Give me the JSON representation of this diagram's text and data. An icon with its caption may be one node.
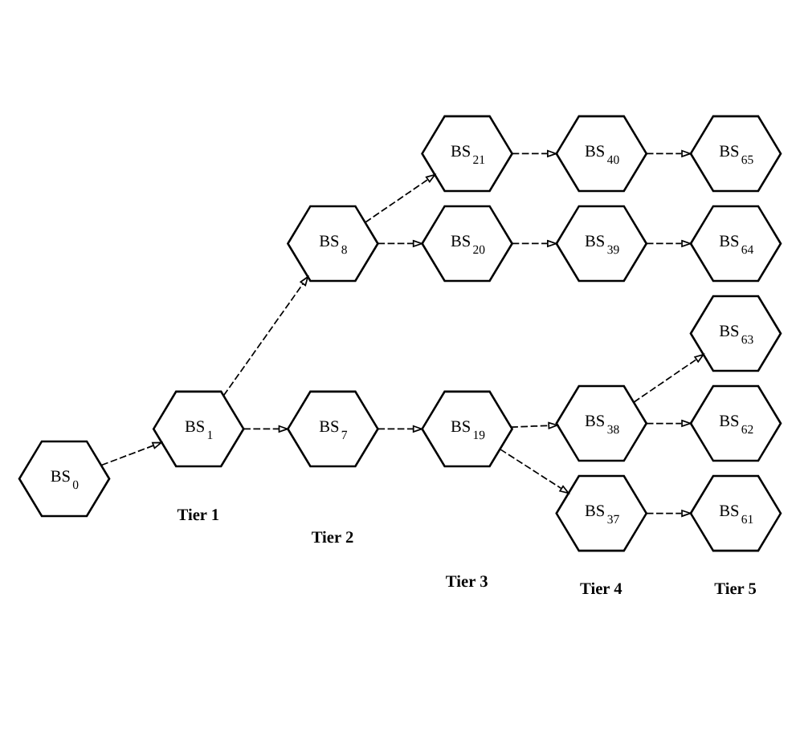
{
  "diagram": {
    "nodes": [
      {
        "text": [
          "BS$_{0}$"
        ]
      },
      {
        "text": [
          "BS$_{1}$"
        ]
      },
      {
        "text": [
          "BS$_{8}$"
        ]
      },
      {
        "text": [
          "BS$_{7}$"
        ]
      },
      {
        "text": [
          "BS$_{21}$"
        ]
      },
      {
        "text": [
          "BS$_{20}$"
        ]
      },
      {
        "text": [
          "BS$_{19}$"
        ]
      },
      {
        "text": [
          "BS$_{40}$"
        ]
      },
      {
        "text": [
          "BS$_{39}$"
        ]
      },
      {
        "text": [
          "BS$_{38}$"
        ]
      },
      {
        "text": [
          "BS$_{37}$"
        ]
      },
      {
        "text": [
          "BS$_{65}$"
        ]
      },
      {
        "text": [
          "BS$_{64}$"
        ]
      },
      {
        "text": [
          "BS$_{63}$"
        ]
      },
      {
        "text": [
          "BS$_{62}$"
        ]
      },
      {
        "text": [
          "BS$_{61}$"
        ]
      }
    ],
    "edges": [
      {
        "from": 0,
        "to": 1,
        "arrow": "to",
        "style": "dashed"
      },
      {
        "from": 1,
        "to": 2,
        "arrow": "to",
        "style": "dashed"
      },
      {
        "from": 1,
        "to": 3,
        "arrow": "to",
        "style": "dashed"
      },
      {
        "from": 2,
        "to": 4,
        "arrow": "to",
        "style": "dashed"
      },
      {
        "from": 2,
        "to": 5,
        "arrow": "to",
        "style": "dashed"
      },
      {
        "from": 3,
        "to": 6,
        "arrow": "to",
        "style": "dashed"
      },
      {
        "from": 4,
        "to": 7,
        "arrow": "to",
        "style": "dashed"
      },
      {
        "from": 5,
        "to": 8,
        "arrow": "to",
        "style": "dashed"
      },
      {
        "from": 6,
        "to": 9,
        "arrow": "to",
        "style": "dashed"
      },
      {
        "from": 6,
        "to": 10,
        "arrow": "to",
        "style": "dashed"
      },
      {
        "from": 7,
        "to": 11,
        "arrow": "to",
        "style": "dashed"
      },
      {
        "from": 8,
        "to": 12,
        "arrow": "to",
        "style": "dashed"
      },
      {
        "from": 9,
        "to": 13,
        "arrow": "to",
        "style": "dashed"
      },
      {
        "from": 9,
        "to": 14,
        "arrow": "to",
        "style": "dashed"
      },
      {
        "from": 10,
        "to": 15,
        "arrow": "to",
        "style": "dashed"
      }
    ],
    "labels": [
      "Tier 5",
      "Tier 4",
      "Tier 3",
      "Tier 2",
      "Tier 1"
    ]
  }
}
